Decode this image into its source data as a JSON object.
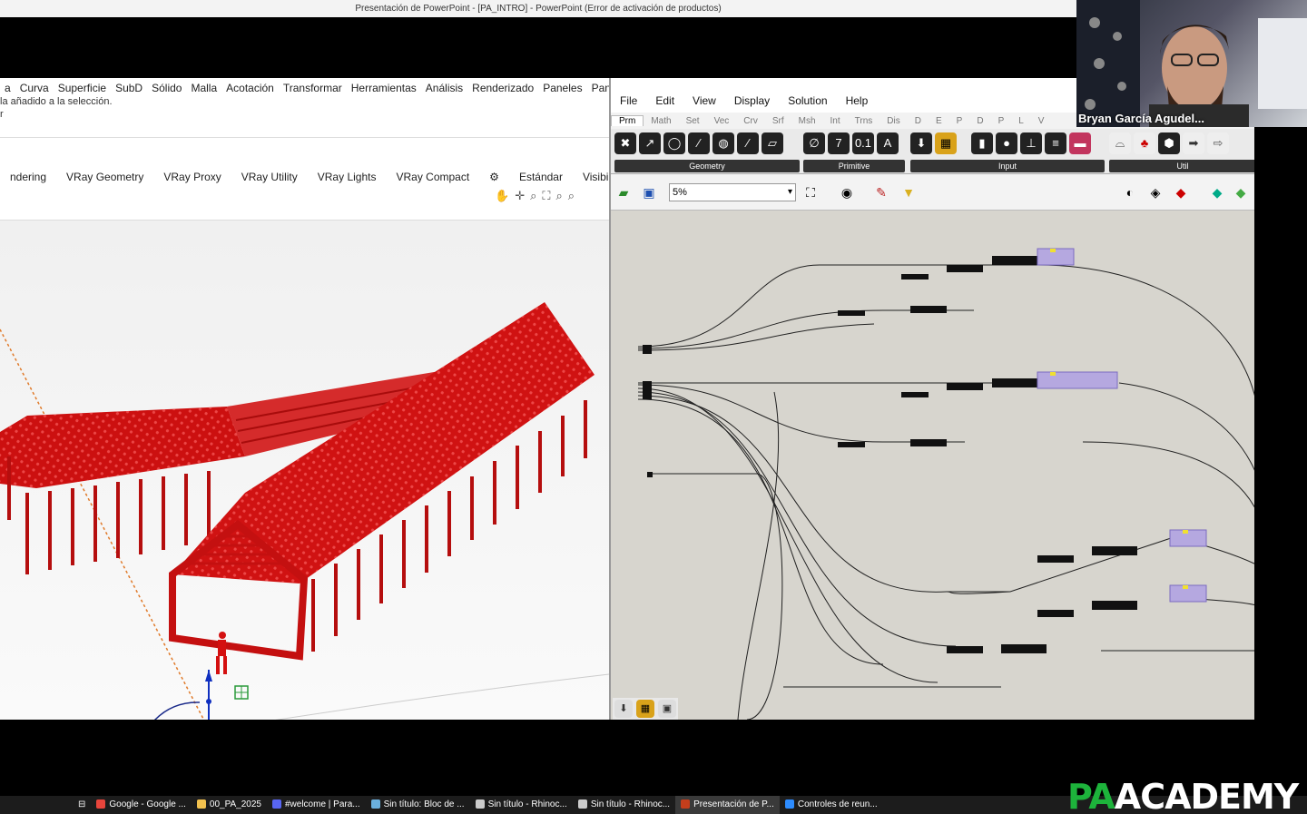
{
  "ppt": {
    "title": "Presentación de PowerPoint - [PA_INTRO] - PowerPoint (Error de activación de productos)"
  },
  "rhino": {
    "menu": [
      "a",
      "Curva",
      "Superficie",
      "SubD",
      "Sólido",
      "Malla",
      "Acotación",
      "Transformar",
      "Herramientas",
      "Análisis",
      "Renderizado",
      "Paneles",
      "Paneli"
    ],
    "cmd_line1": "la añadido a la selección.",
    "cmd_line2": "r",
    "tabs": [
      "ndering",
      "VRay Geometry",
      "VRay Proxy",
      "VRay Utility",
      "VRay Lights",
      "VRay Compact",
      "⚙",
      "Estándar",
      "Visibilida"
    ]
  },
  "grasshopper": {
    "menu": [
      "File",
      "Edit",
      "View",
      "Display",
      "Solution",
      "Help"
    ],
    "tabs": [
      "Prm",
      "Math",
      "Set",
      "Vec",
      "Crv",
      "Srf",
      "Msh",
      "Int",
      "Trns",
      "Dis",
      "D",
      "E",
      "P",
      "D",
      "P",
      "L",
      "V"
    ],
    "groups": [
      "Geometry",
      "Primitive",
      "Input",
      "Util"
    ],
    "zoom": "5%"
  },
  "webcam": {
    "name": "Bryan García Agudel..."
  },
  "taskbar": {
    "items": [
      {
        "label": "Google - Google ...",
        "color": "#e8453c"
      },
      {
        "label": "00_PA_2025",
        "color": "#f2c14e"
      },
      {
        "label": "#welcome | Para...",
        "color": "#5865f2"
      },
      {
        "label": "Sin título: Bloc de ...",
        "color": "#6ab0de"
      },
      {
        "label": "Sin título - Rhinoc...",
        "color": "#cccccc"
      },
      {
        "label": "Sin título - Rhinoc...",
        "color": "#cccccc"
      },
      {
        "label": "Presentación de P...",
        "color": "#c43e1c"
      },
      {
        "label": "Controles de reun...",
        "color": "#2d8cff"
      }
    ]
  },
  "brand": {
    "pa": "PA",
    "academy": "ACADEMY"
  }
}
